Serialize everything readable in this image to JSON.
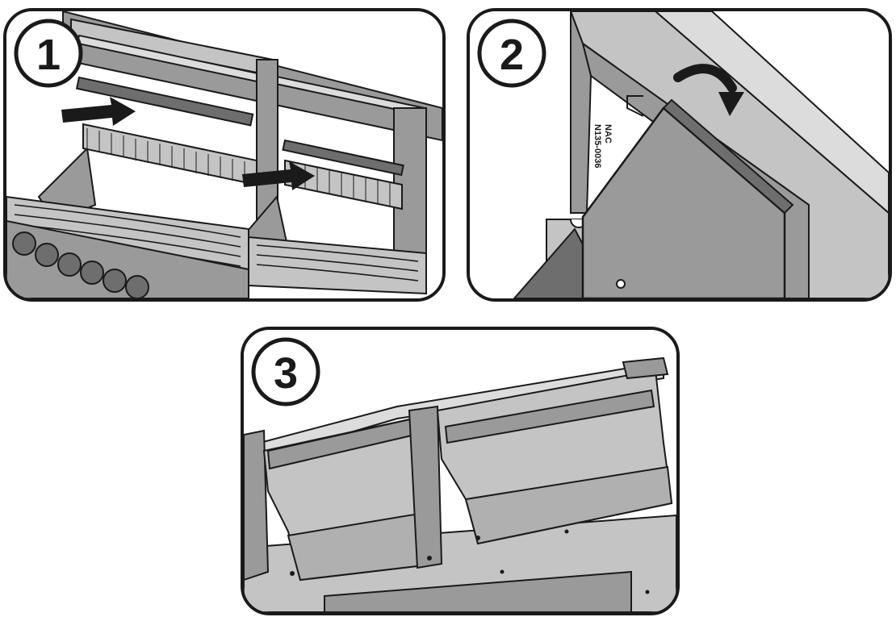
{
  "steps": [
    {
      "number": "1"
    },
    {
      "number": "2",
      "part_label_line1": "NAC",
      "part_label_line2": "N135-0036"
    },
    {
      "number": "3"
    }
  ],
  "colors": {
    "outline": "#1a1a1a",
    "metal_dark": "#6e6e6e",
    "metal_mid": "#9a9a9a",
    "metal_light": "#c4c4c4",
    "metal_pale": "#dcdcdc",
    "arrow": "#1a1a1a"
  },
  "icons": [
    "install-arrow-icon",
    "rotate-arrow-icon"
  ]
}
